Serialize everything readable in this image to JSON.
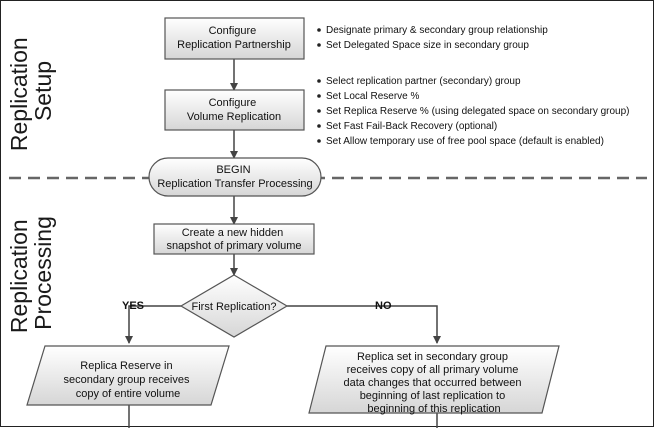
{
  "sections": {
    "setup": [
      "Replication",
      "Setup"
    ],
    "processing": [
      "Replication",
      "Processing"
    ]
  },
  "nodes": {
    "configure_partnership": [
      "Configure",
      "Replication Partnership"
    ],
    "configure_volume": [
      "Configure",
      "Volume Replication"
    ],
    "begin": [
      "BEGIN",
      "Replication Transfer Processing"
    ],
    "create_snapshot": [
      "Create a new hidden",
      "snapshot of primary volume"
    ],
    "decision": [
      "First Replication?"
    ],
    "yes_result": [
      "Replica Reserve in",
      "secondary group receives",
      "copy of entire volume"
    ],
    "no_result": [
      "Replica set in secondary group",
      "receives copy of all primary volume",
      "data changes that occurred between",
      "beginning of last replication to",
      "beginning of this replication"
    ]
  },
  "bullets": {
    "partnership": [
      "Designate primary & secondary group relationship",
      "Set Delegated Space size in secondary group"
    ],
    "volume": [
      "Select replication partner (secondary) group",
      "Set Local Reserve %",
      "Set Replica Reserve % (using delegated space on secondary group)",
      "Set Fast Fail-Back Recovery (optional)",
      "Set Allow temporary use of free pool space (default is enabled)"
    ]
  },
  "branches": {
    "yes": "YES",
    "no": "NO"
  },
  "colors": {
    "fill_top": "#ffffff",
    "fill_bottom": "#d6d6d6",
    "stroke": "#555555",
    "arrow": "#444444",
    "divider": "#666666"
  }
}
